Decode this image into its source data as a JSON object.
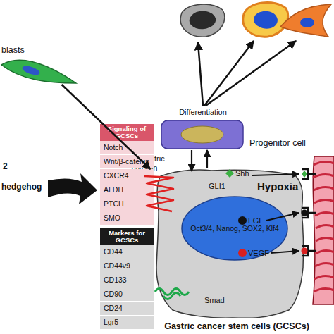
{
  "diagram": {
    "nodes": [
      {
        "text": [
          "blasts"
        ]
      },
      {
        "text": [
          "Progenitor cell"
        ]
      },
      {
        "text": [
          "Hypoxia",
          "Gastric cancer stem cells (GCSCs)"
        ]
      },
      {
        "text": [
          "Oct3/4, Nanog, SOX2, Klf4"
        ],
        "in": 2
      }
    ],
    "edges": [
      {
        "from": 0,
        "to": 2,
        "arrow": "to"
      },
      {
        "from": 1,
        "to": 2,
        "arrow": "to"
      },
      {
        "from": 2,
        "to": 1,
        "arrow": "to"
      }
    ],
    "labels": [
      "Differentiation",
      "Asymmetric division",
      "GLI1",
      "Smad",
      "Shh",
      "FGF",
      "VEGF",
      "Signaling of GCSCs",
      "Notch",
      "Wnt/β-catenin",
      "CXCR4",
      "ALDH",
      "PTCH",
      "SMO",
      "Markers for GCSCs",
      "CD44",
      "CD44v9",
      "CD133",
      "CD90",
      "CD24",
      "Lgr5",
      "2",
      "hedgehog"
    ]
  }
}
